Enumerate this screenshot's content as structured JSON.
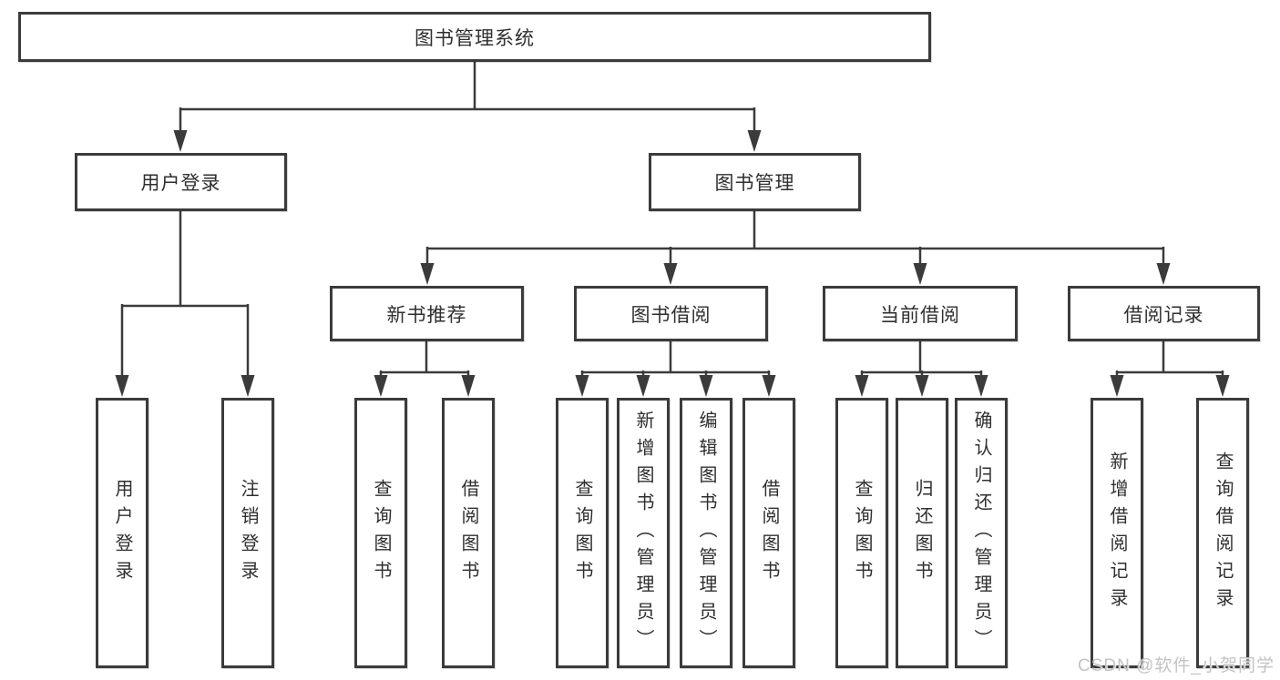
{
  "nodes": {
    "root": "图书管理系统",
    "branches": [
      "用户登录",
      "图书管理"
    ],
    "sections": [
      "新书推荐",
      "图书借阅",
      "当前借阅",
      "借阅记录"
    ],
    "leaves_user": [
      "用户登录",
      "注销登录"
    ],
    "leaves_recommend": [
      "查询图书",
      "借阅图书"
    ],
    "leaves_borrow": [
      "查询图书",
      "新增图书（管理员）",
      "编辑图书（管理员）",
      "借阅图书"
    ],
    "leaves_current": [
      "查询图书",
      "归还图书",
      "确认归还（管理员）"
    ],
    "leaves_records": [
      "新增借阅记录",
      "查询借阅记录"
    ]
  },
  "watermark": "CSDN @软件_小贺同学",
  "colors": {
    "line": "#3b3b3b",
    "text": "#2f2f2f",
    "watermark": "#c3c3c3",
    "background": "#ffffff"
  }
}
